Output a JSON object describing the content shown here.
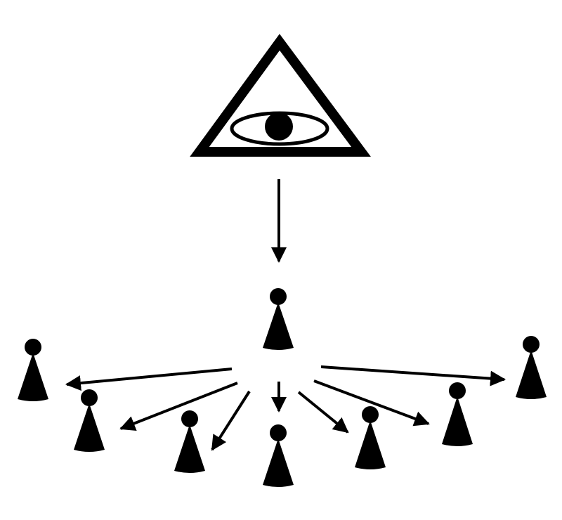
{
  "diagram": {
    "colors": {
      "ink": "#000000",
      "background": "#ffffff"
    },
    "nodes": [
      {
        "id": "eye",
        "icon": "eye-in-triangle-icon"
      },
      {
        "id": "center",
        "icon": "person-pawn-icon"
      },
      {
        "id": "p1",
        "icon": "person-pawn-icon"
      },
      {
        "id": "p2",
        "icon": "person-pawn-icon"
      },
      {
        "id": "p3",
        "icon": "person-pawn-icon"
      },
      {
        "id": "p4",
        "icon": "person-pawn-icon"
      },
      {
        "id": "p5",
        "icon": "person-pawn-icon"
      },
      {
        "id": "p6",
        "icon": "person-pawn-icon"
      },
      {
        "id": "p7",
        "icon": "person-pawn-icon"
      }
    ],
    "edges": [
      {
        "from": "eye",
        "to": "center"
      },
      {
        "from": "center",
        "to": "p1"
      },
      {
        "from": "center",
        "to": "p2"
      },
      {
        "from": "center",
        "to": "p3"
      },
      {
        "from": "center",
        "to": "p4"
      },
      {
        "from": "center",
        "to": "p5"
      },
      {
        "from": "center",
        "to": "p6"
      },
      {
        "from": "center",
        "to": "p7"
      }
    ]
  }
}
